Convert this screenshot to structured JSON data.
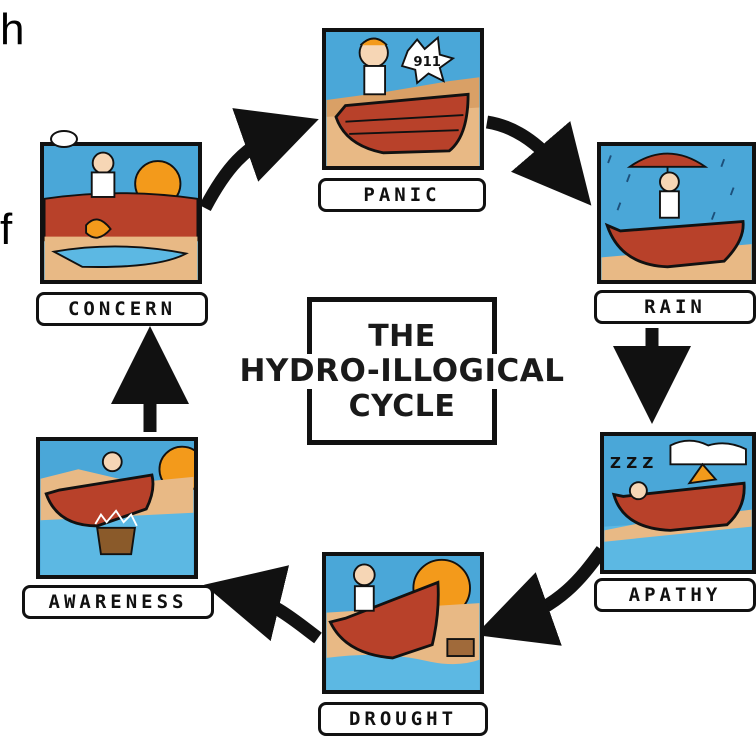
{
  "fragments": {
    "left_top": "h",
    "left_mid": "f"
  },
  "title": {
    "line1": "THE",
    "line2": "HYDRO-ILLOGICAL",
    "line3": "CYCLE"
  },
  "stages": [
    {
      "key": "panic",
      "label": "PANIC",
      "icon": "phone-911-icon",
      "callout": "911"
    },
    {
      "key": "rain",
      "label": "RAIN",
      "icon": "umbrella-icon"
    },
    {
      "key": "apathy",
      "label": "APATHY",
      "icon": "sleeping-zzz-icon",
      "callout": "Z Z Z"
    },
    {
      "key": "drought",
      "label": "DROUGHT",
      "icon": "sun-icon"
    },
    {
      "key": "awareness",
      "label": "AWARENESS",
      "icon": "bucket-icon"
    },
    {
      "key": "concern",
      "label": "CONCERN",
      "icon": "thought-bubble-icon"
    }
  ],
  "colors": {
    "sky": "#4aa7d8",
    "sun": "#f39a1b",
    "boat": "#b8412a",
    "sand": "#e8b985",
    "water": "#5cb8e3",
    "outline": "#111111"
  }
}
